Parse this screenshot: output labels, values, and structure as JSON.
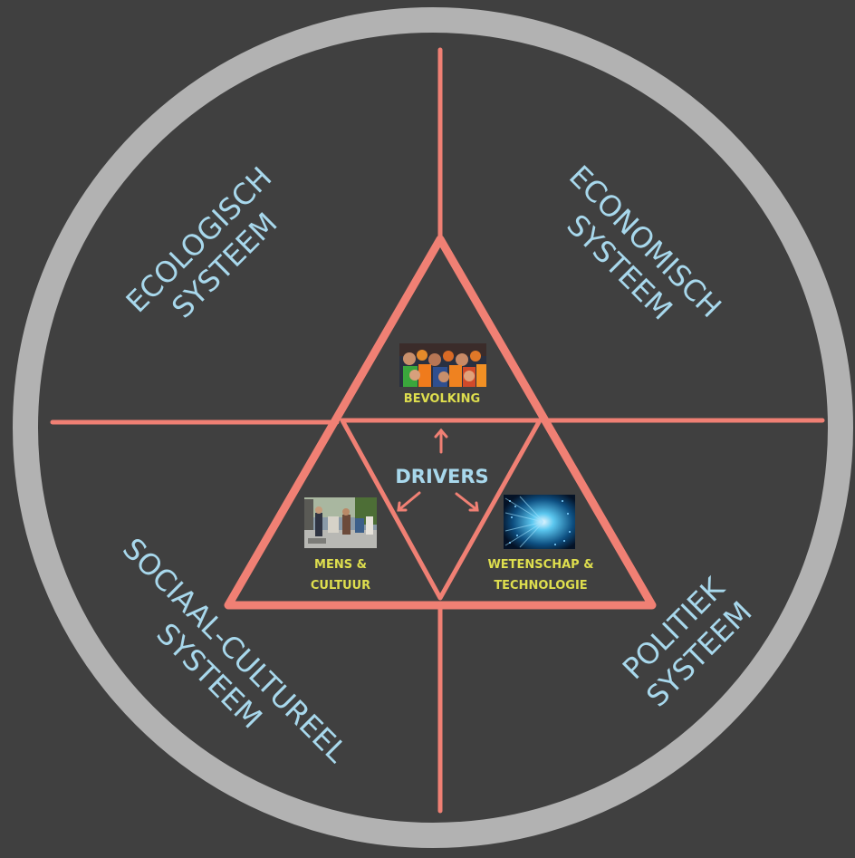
{
  "colors": {
    "background": "#404040",
    "outer_ring": "#b2b2b2",
    "lines": "#f08074",
    "system_label": "#a8d8ec",
    "driver_label": "#dede4e",
    "center_label": "#a8d8ec"
  },
  "quadrants": {
    "ecologisch": {
      "line1": "ECOLOGISCH",
      "line2": "SYSTEEM"
    },
    "economisch": {
      "line1": "ECONOMISCH",
      "line2": "SYSTEEM"
    },
    "sociaal": {
      "line1": "SOCIAAL-CULTUREEL",
      "line2": "SYSTEEM"
    },
    "politiek": {
      "line1": "POLITIEK",
      "line2": "SYSTEEM"
    }
  },
  "center": {
    "title": "DRIVERS"
  },
  "drivers": {
    "bevolking": {
      "line1": "BEVOLKING",
      "image": "crowd-photo"
    },
    "mens": {
      "line1": "MENS &",
      "line2": "CULTUUR",
      "image": "street-scene-photo"
    },
    "wetenschap": {
      "line1": "WETENSCHAP &",
      "line2": "TECHNOLOGIE",
      "image": "digital-tunnel-photo"
    }
  }
}
